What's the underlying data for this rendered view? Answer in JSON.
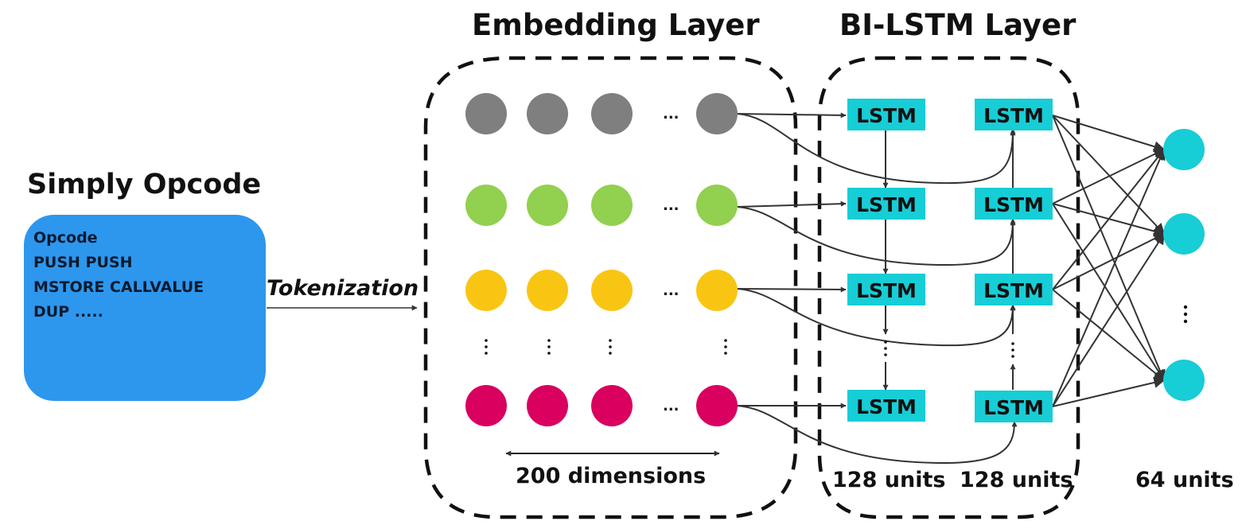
{
  "titles": {
    "simply_opcode": "Simply Opcode",
    "embedding_layer": "Embedding Layer",
    "bilstm_layer": "BI-LSTM Layer"
  },
  "opcode_box": {
    "lines": [
      "Opcode",
      "PUSH PUSH",
      "MSTORE CALLVALUE",
      "DUP ....."
    ]
  },
  "labels": {
    "tokenization": "Tokenization",
    "dimensions": "200 dimensions",
    "units_forward": "128 units",
    "units_backward": "128 units",
    "units_output": "64 units"
  },
  "lstm_label": "LSTM",
  "ellipsis": "...",
  "colors": {
    "opcode_box": "#2d97ee",
    "row_1": "#7f7f7f",
    "row_2": "#92d050",
    "row_3": "#f9c513",
    "row_4": "#d9005f",
    "lstm": "#17cdd6",
    "output": "#17cdd6"
  }
}
